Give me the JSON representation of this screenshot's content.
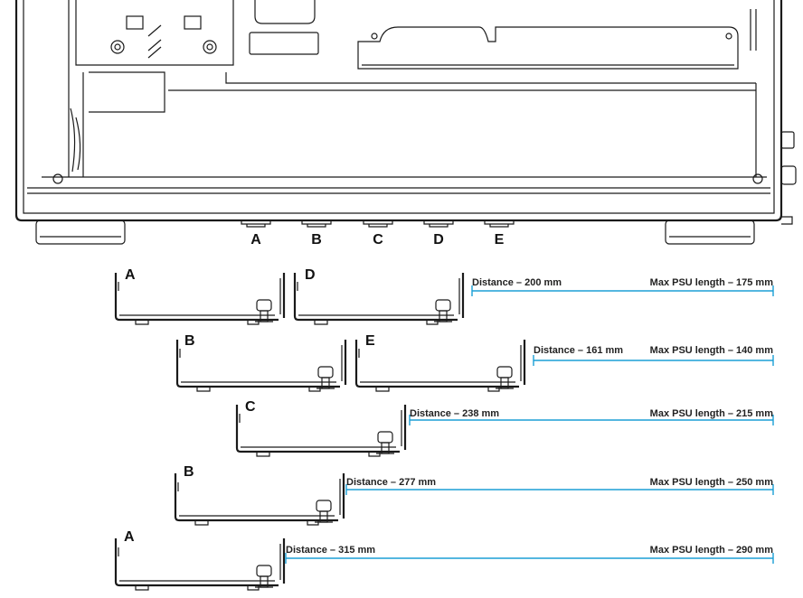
{
  "slots": [
    "A",
    "B",
    "C",
    "D",
    "E"
  ],
  "options": [
    {
      "row": 1,
      "brackets": [
        "A",
        "D"
      ],
      "distance": "Distance – 200 mm",
      "max_psu": "Max PSU length – 175 mm"
    },
    {
      "row": 2,
      "brackets": [
        "B",
        "E"
      ],
      "distance": "Distance – 161 mm",
      "max_psu": "Max PSU length – 140 mm"
    },
    {
      "row": 3,
      "brackets": [
        "C"
      ],
      "distance": "Distance – 238 mm",
      "max_psu": "Max PSU length – 215 mm"
    },
    {
      "row": 4,
      "brackets": [
        "B"
      ],
      "distance": "Distance – 277 mm",
      "max_psu": "Max PSU length – 250 mm"
    },
    {
      "row": 5,
      "brackets": [
        "A"
      ],
      "distance": "Distance – 315 mm",
      "max_psu": "Max PSU length – 290 mm"
    }
  ],
  "colors": {
    "line": "#1a1a1a",
    "dimension": "#1b9fd6"
  }
}
